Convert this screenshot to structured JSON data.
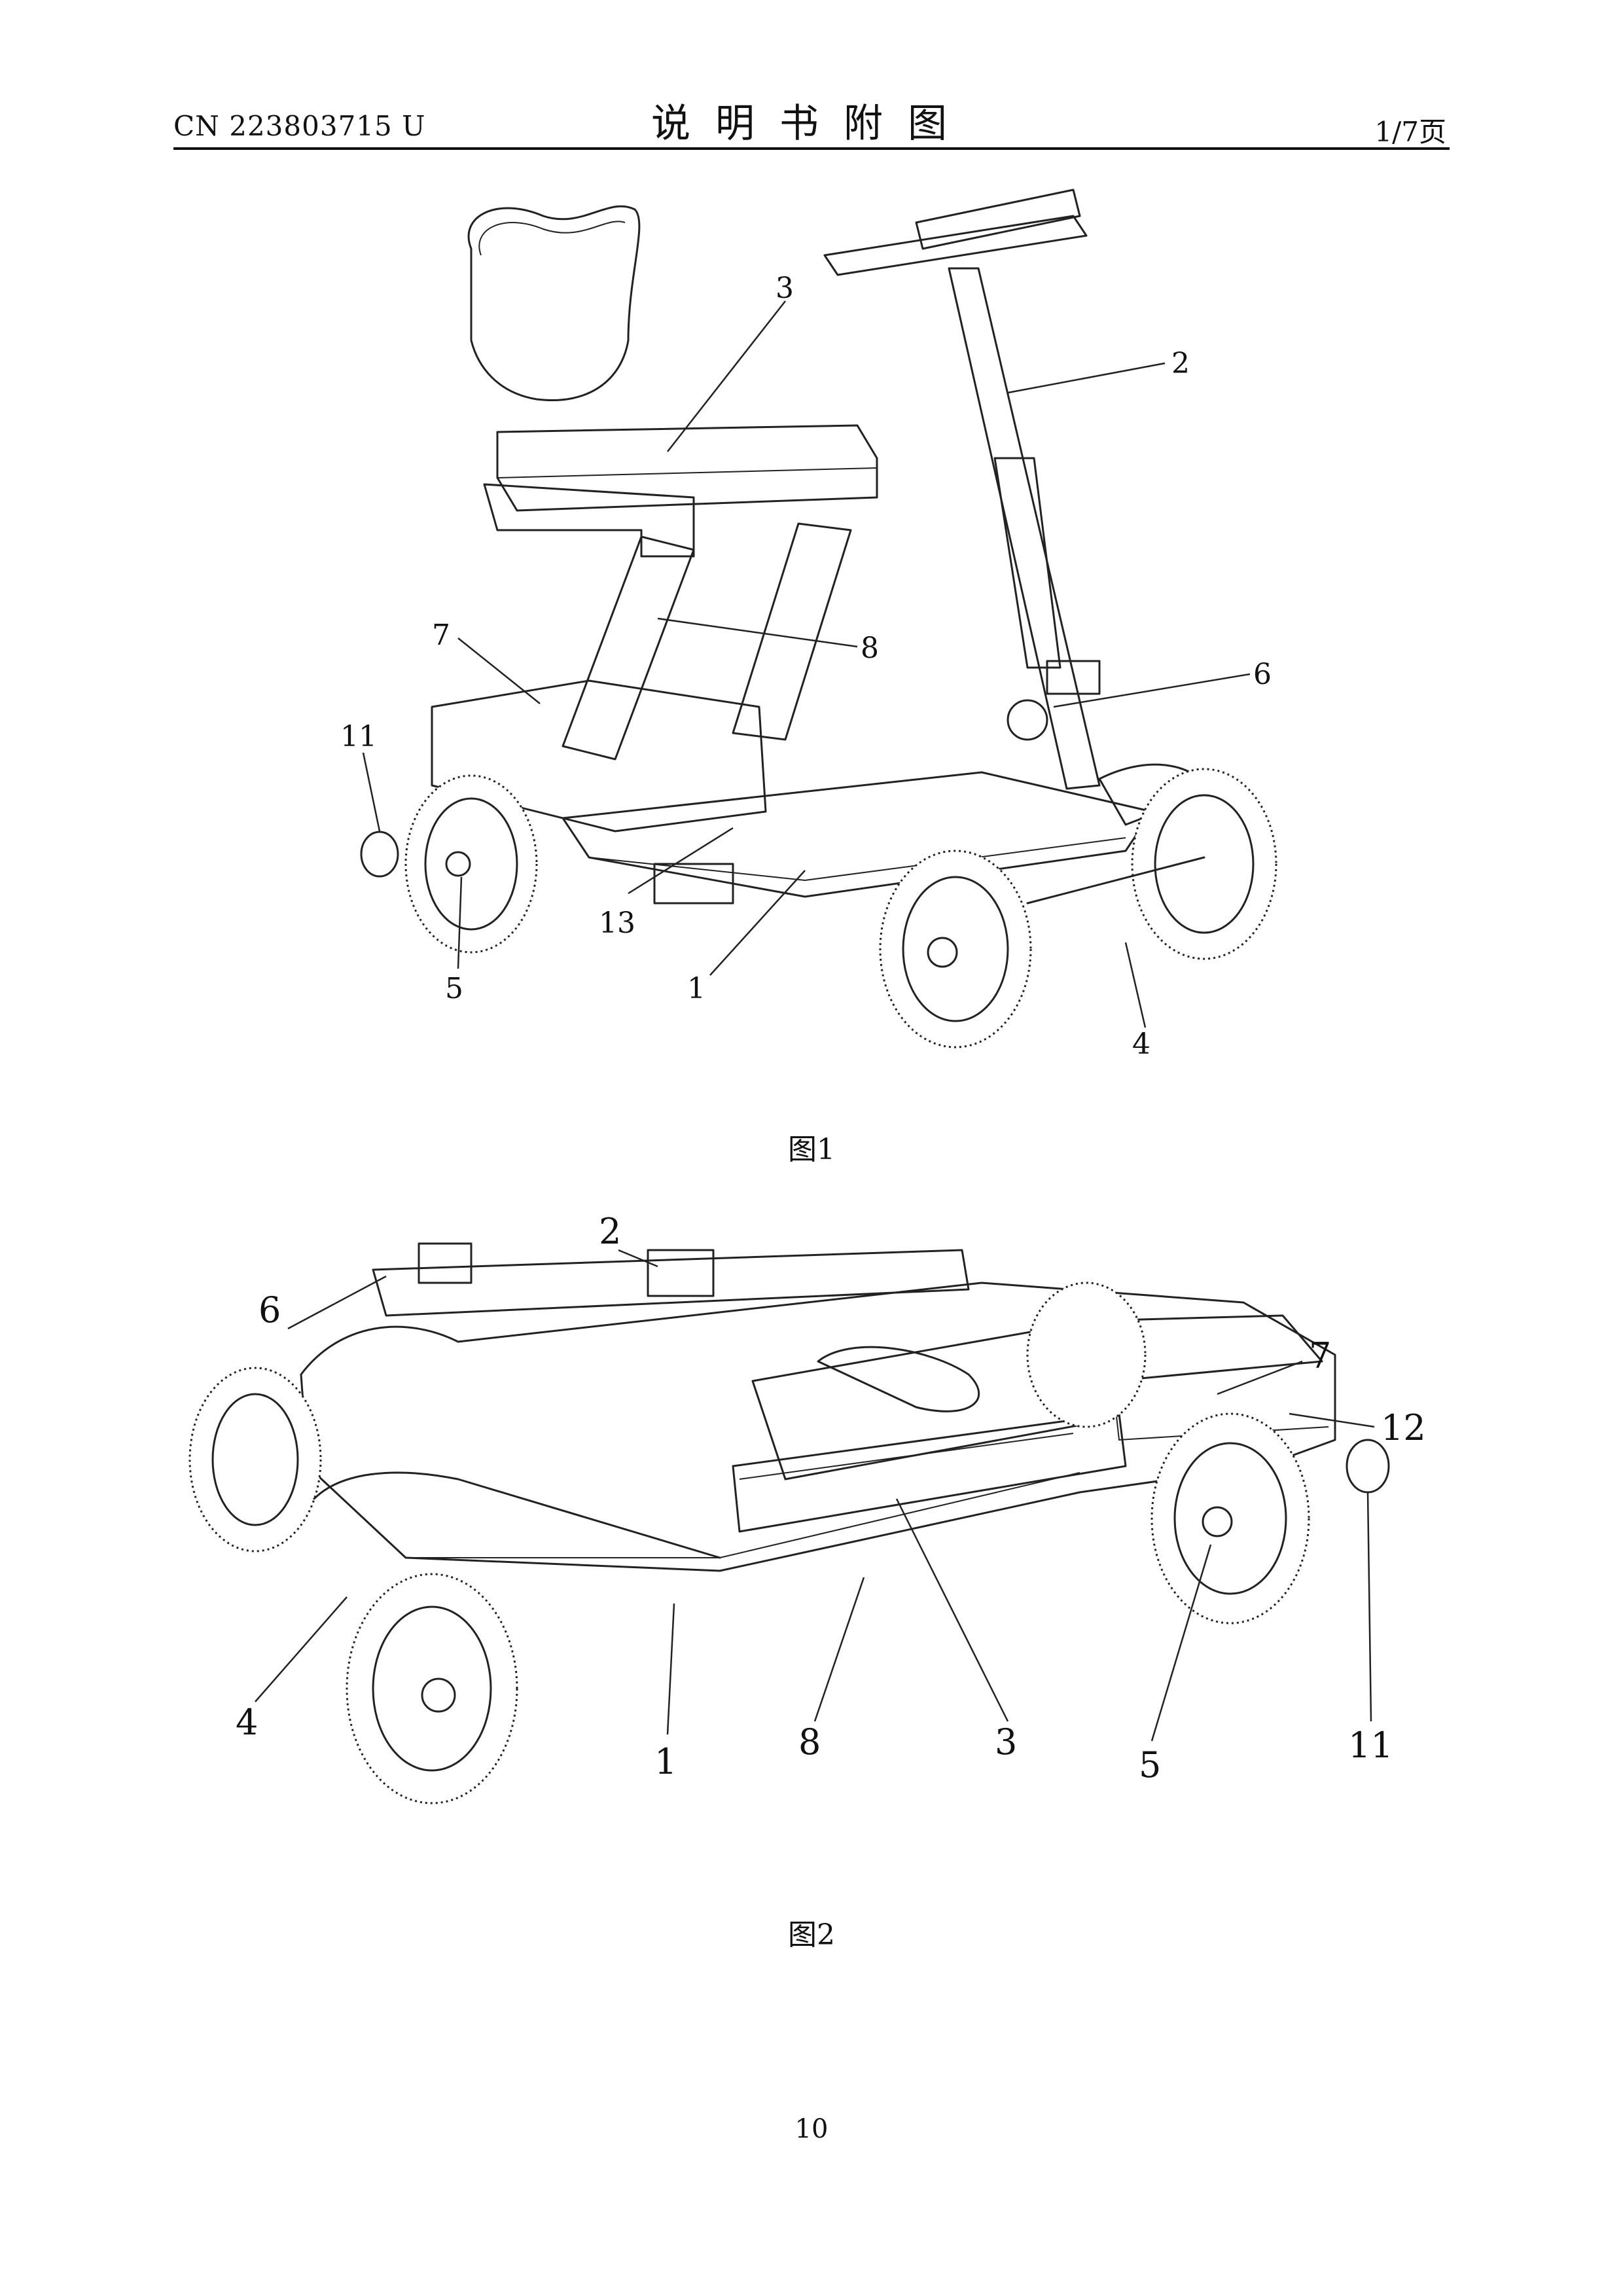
{
  "header": {
    "publication_number": "CN 223803715 U",
    "title": "说明书附图",
    "page_of": "1/7页"
  },
  "figure1": {
    "caption": "图1",
    "labels": [
      "3",
      "2",
      "7",
      "8",
      "6",
      "11",
      "13",
      "5",
      "1",
      "4"
    ]
  },
  "figure2": {
    "caption": "图2",
    "labels": [
      "2",
      "6",
      "7",
      "12",
      "4",
      "8",
      "3",
      "1",
      "5",
      "11"
    ]
  },
  "footer": {
    "page_number": "10"
  }
}
